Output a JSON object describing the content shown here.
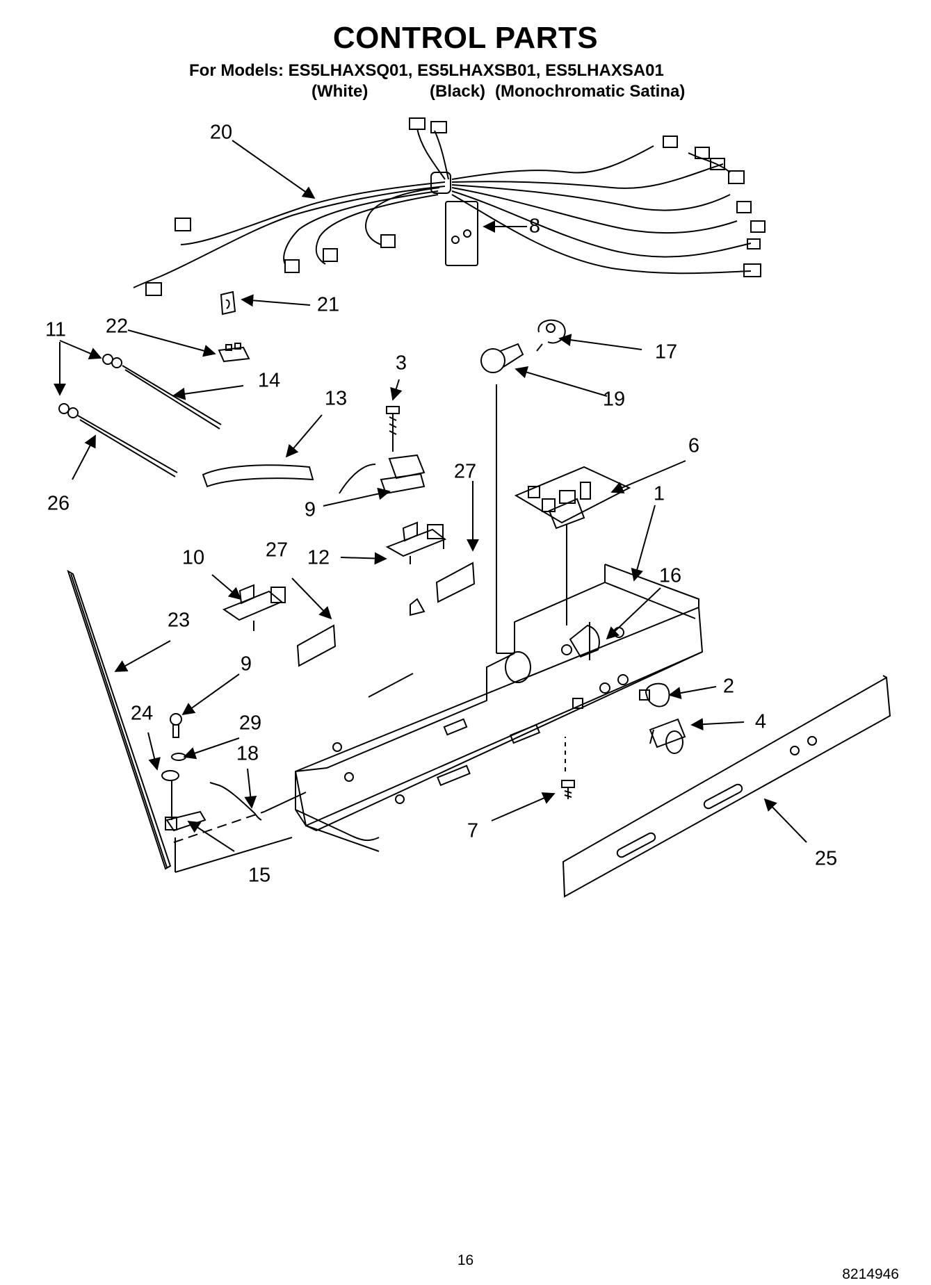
{
  "header": {
    "title": "CONTROL PARTS",
    "models_line": "For Models: ES5LHAXSQ01, ES5LHAXSB01, ES5LHAXSA01",
    "variants": [
      "(White)",
      "(Black)",
      "(Monochromatic Satina)"
    ]
  },
  "callouts": {
    "c20": "20",
    "c8": "8",
    "c21": "21",
    "c11": "11",
    "c22": "22",
    "c17": "17",
    "c3": "3",
    "c14": "14",
    "c19": "19",
    "c13": "13",
    "c6": "6",
    "c26": "26",
    "c27a": "27",
    "c9a": "9",
    "c1": "1",
    "c10": "10",
    "c27b": "27",
    "c12": "12",
    "c16": "16",
    "c23": "23",
    "c9b": "9",
    "c2": "2",
    "c24": "24",
    "c29": "29",
    "c4": "4",
    "c18": "18",
    "c7": "7",
    "c25": "25",
    "c15": "15"
  },
  "footer": {
    "page_number": "16",
    "doc_number": "8214946"
  }
}
